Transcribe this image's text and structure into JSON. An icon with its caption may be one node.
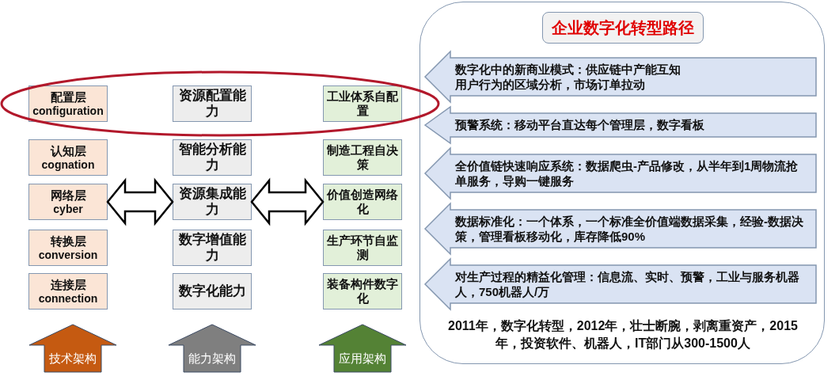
{
  "diagram": {
    "nodes": [
      {
        "text": [
          "配置层",
          "configuration"
        ]
      },
      {
        "text": [
          "认知层",
          "cognation"
        ]
      },
      {
        "text": [
          "网络层",
          "cyber"
        ]
      },
      {
        "text": [
          "转换层",
          "conversion"
        ]
      },
      {
        "text": [
          "连接层",
          "connection"
        ]
      },
      {
        "text": [
          "资源配置能力"
        ]
      },
      {
        "text": [
          "智能分析能力"
        ]
      },
      {
        "text": [
          "资源集成能力"
        ]
      },
      {
        "text": [
          "数字增值能力"
        ]
      },
      {
        "text": [
          "数字化能力"
        ]
      },
      {
        "text": [
          "工业体系自配置"
        ]
      },
      {
        "text": [
          "制造工程自决策"
        ]
      },
      {
        "text": [
          "价值创造网络化"
        ]
      },
      {
        "text": [
          "生产环节自监测"
        ]
      },
      {
        "text": [
          "装备构件数字化"
        ]
      },
      {
        "text": [
          "技术架构"
        ]
      },
      {
        "text": [
          "能力架构"
        ]
      },
      {
        "text": [
          "应用架构"
        ]
      },
      {
        "text": [
          "2011年，数字化转型，2012年，壮士断腕，剥离重资产，2015年，投资软件、机器人，IT部门从300-1500人"
        ]
      },
      {
        "text": [
          "企业数字化转型路径"
        ],
        "in": 18
      },
      {
        "text": [
          "数字化中的新商业模式：供应链中产能互知",
          "用户行为的区域分析，市场订单拉动"
        ],
        "in": 18
      },
      {
        "text": [
          "预警系统：移动平台直达每个管理层，数字看板"
        ],
        "in": 18
      },
      {
        "text": [
          "全价值链快速响应系统：数据爬虫-产品修改，从半年到1周物流抢单服务，导购一键服务"
        ],
        "in": 18
      },
      {
        "text": [
          "数据标准化：一个体系，一个标准全价值端数据采集，经验-数据决策，管理看板移动化，库存降低90%"
        ],
        "in": 18
      },
      {
        "text": [
          "对生产过程的精益化管理：信息流、实时、预警，工业与服务机器人，750机器人/万"
        ],
        "in": 18
      }
    ],
    "edges": [
      {
        "from": 2,
        "to": 7,
        "arrow": "both"
      },
      {
        "from": 7,
        "to": 12,
        "arrow": "both"
      }
    ]
  }
}
